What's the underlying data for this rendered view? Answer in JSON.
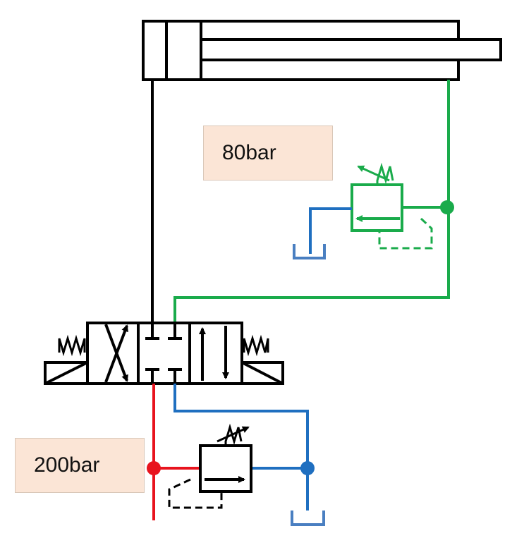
{
  "labels": {
    "relief_valve_low": "80bar",
    "relief_valve_high": "200bar"
  },
  "colors": {
    "pressure_line": "#e8141e",
    "return_line": "#1f6fc0",
    "cylinder_rod_line": "#1aab4b",
    "cylinder_cap_line": "#000000",
    "tank": "#4a7fc1",
    "label_background": "#fbe5d6"
  },
  "components": [
    "double-acting-cylinder",
    "4-3-directional-valve",
    "pressure-relief-valve-80bar",
    "pressure-relief-valve-200bar",
    "tank",
    "tank"
  ]
}
